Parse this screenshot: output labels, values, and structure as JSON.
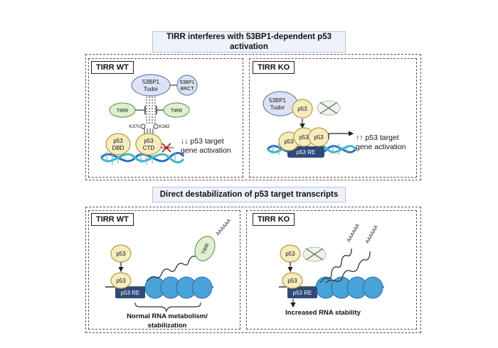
{
  "section1": {
    "title_line1": "TIRR interferes with 53BP1-dependent p53",
    "title_line2": "activation",
    "wt": {
      "tag": "TIRR WT",
      "tudor_l1": "53BP1",
      "tudor_l2": "Tudor",
      "brct_l1": "53BP1",
      "brct_l2": "BRCT",
      "tirr_left": "TIRR",
      "tirr_right": "TIRR",
      "k370": "K370",
      "k382": "K382",
      "p53dbd_l1": "p53",
      "p53dbd_l2": "DBD",
      "p53ctd_l1": "p53",
      "p53ctd_l2": "CTD",
      "effect_arrows": "↓↓",
      "effect_l1": "p53 target",
      "effect_l2": "gene activation"
    },
    "ko": {
      "tag": "TIRR KO",
      "tudor_l1": "53BP1",
      "tudor_l2": "Tudor",
      "p53_top": "p53",
      "p53_a": "p53",
      "p53_b": "p53",
      "p53_c": "p53",
      "re": "p53 RE",
      "effect_arrows": "↑↑",
      "effect_l1": "p53 target",
      "effect_l2": "gene activation"
    }
  },
  "section2": {
    "title": "Direct destabilization of p53 target transcripts",
    "wt": {
      "tag": "TIRR WT",
      "p53_top": "p53",
      "p53_bound": "p53",
      "re": "p53 RE",
      "tirr": "TIRR",
      "polya": "AAAAAA",
      "caption_l1": "Normal RNA metabolism/",
      "caption_l2": "stabilization"
    },
    "ko": {
      "tag": "TIRR KO",
      "p53_top": "p53",
      "p53_bound": "p53",
      "re": "p53 RE",
      "polya_1": "AAAAAA",
      "polya_2": "AAAAAA",
      "caption": "Increased RNA stability"
    }
  },
  "colors": {
    "p53_fill": "#f6ecc0",
    "p53_stroke": "#b59a3c",
    "tirr_fill": "#dff0d2",
    "tirr_stroke": "#6ea05a",
    "bp53_fill": "#dde3f5",
    "bp53_stroke": "#6a7fb8",
    "re_fill": "#2f4a78",
    "dna_blue": "#2a6fc0",
    "dna_teal": "#39b9bf",
    "nucleosome": "#4aa3d8",
    "inhibit_red": "#d0312d"
  },
  "icons": [
    "dna-helix",
    "nucleosome",
    "inhibit-cross",
    "absent-protein-icon",
    "rna-strand"
  ]
}
